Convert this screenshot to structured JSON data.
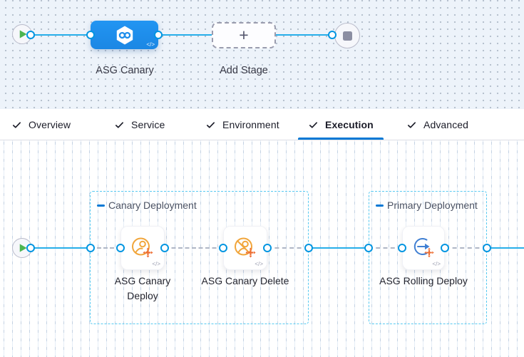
{
  "stage_pipeline": {
    "stage_label": "ASG Canary",
    "add_stage_label": "Add Stage",
    "add_stage_plus": "+",
    "code_glyph": "</>"
  },
  "tabs": {
    "items": [
      {
        "label": "Overview"
      },
      {
        "label": "Service"
      },
      {
        "label": "Environment"
      },
      {
        "label": "Execution"
      },
      {
        "label": "Advanced"
      }
    ],
    "active_label": "Execution"
  },
  "execution_graph": {
    "groups": [
      {
        "title": "Canary Deployment"
      },
      {
        "title": "Primary Deployment"
      }
    ],
    "steps": [
      {
        "label": "ASG Canary Deploy"
      },
      {
        "label": "ASG Canary Delete"
      },
      {
        "label": "ASG Rolling Deploy"
      }
    ],
    "code_glyph": "</>"
  },
  "colors": {
    "accent_blue": "#0278D5",
    "stage_blue": "#1E8EEB",
    "connector_blue": "#27AEE9",
    "group_border_blue": "#56C9F1",
    "icon_amber": "#F1A63C",
    "icon_orange": "#ED6E33",
    "play_green": "#4DB551"
  }
}
